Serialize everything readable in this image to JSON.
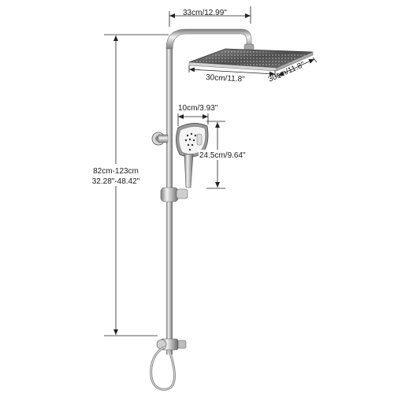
{
  "dimensions": {
    "arm_width": "33cm/12.99\"",
    "head_width": "30cm/11.8\"",
    "head_depth": "30cm/11.8\"",
    "handset_width": "10cm/3.93\"",
    "handset_height": "24.5cm/9.64\"",
    "rail_height_metric": "82cm-123cm",
    "rail_height_imperial": "32.28\"-48.42\""
  },
  "colors": {
    "chrome_light": "#e8e8e8",
    "chrome_mid": "#b9b9b9",
    "chrome_dark": "#6f6f6f",
    "head_face": "#5a5a5a",
    "dimension_line": "#222222"
  }
}
